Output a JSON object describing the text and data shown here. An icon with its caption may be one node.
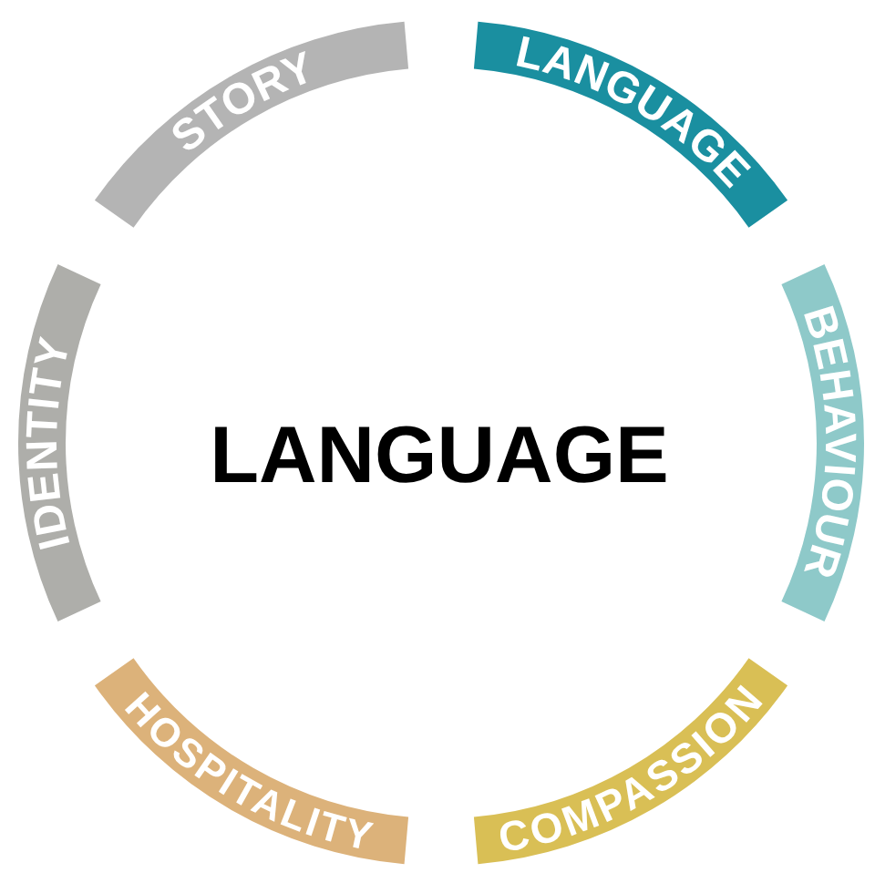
{
  "diagram": {
    "nodes": [
      {
        "text": [
          "LANGUAGE"
        ]
      },
      {
        "text": [
          "BEHAVIOUR"
        ]
      },
      {
        "text": [
          "COMPASSION"
        ]
      },
      {
        "text": [
          "HOSPITALITY"
        ]
      },
      {
        "text": [
          "IDENTITY"
        ]
      },
      {
        "text": [
          "STORY"
        ]
      }
    ],
    "labels": [
      "LANGUAGE"
    ]
  }
}
